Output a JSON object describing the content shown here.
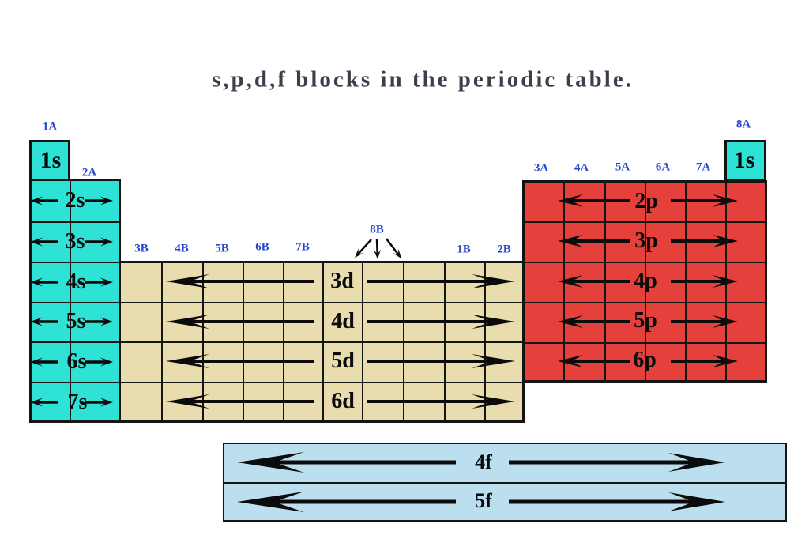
{
  "title": "s,p,d,f blocks in the periodic table.",
  "colors": {
    "s_block": "#2ee3d5",
    "d_block": "#e9dcae",
    "p_block": "#e6403c",
    "f_block": "#bcdfef",
    "group_label": "#2847cc",
    "title_text": "#3a3f4a",
    "line": "#141414"
  },
  "groups": {
    "1a": "1A",
    "2a": "2A",
    "3b": "3B",
    "4b": "4B",
    "5b": "5B",
    "6b": "6B",
    "7b": "7B",
    "8b": "8B",
    "1b": "1B",
    "2b": "2B",
    "3a": "3A",
    "4a": "4A",
    "5a": "5A",
    "6a": "6A",
    "7a": "7A",
    "8a": "8A"
  },
  "s_block": {
    "hydrogen_cell": "1s",
    "helium_cell": "1s",
    "rows": [
      "2s",
      "3s",
      "4s",
      "5s",
      "6s",
      "7s"
    ]
  },
  "d_block": {
    "rows": [
      "3d",
      "4d",
      "5d",
      "6d"
    ]
  },
  "p_block": {
    "rows": [
      "2p",
      "3p",
      "4p",
      "5p",
      "6p"
    ]
  },
  "f_block": {
    "rows": [
      "4f",
      "5f"
    ]
  }
}
